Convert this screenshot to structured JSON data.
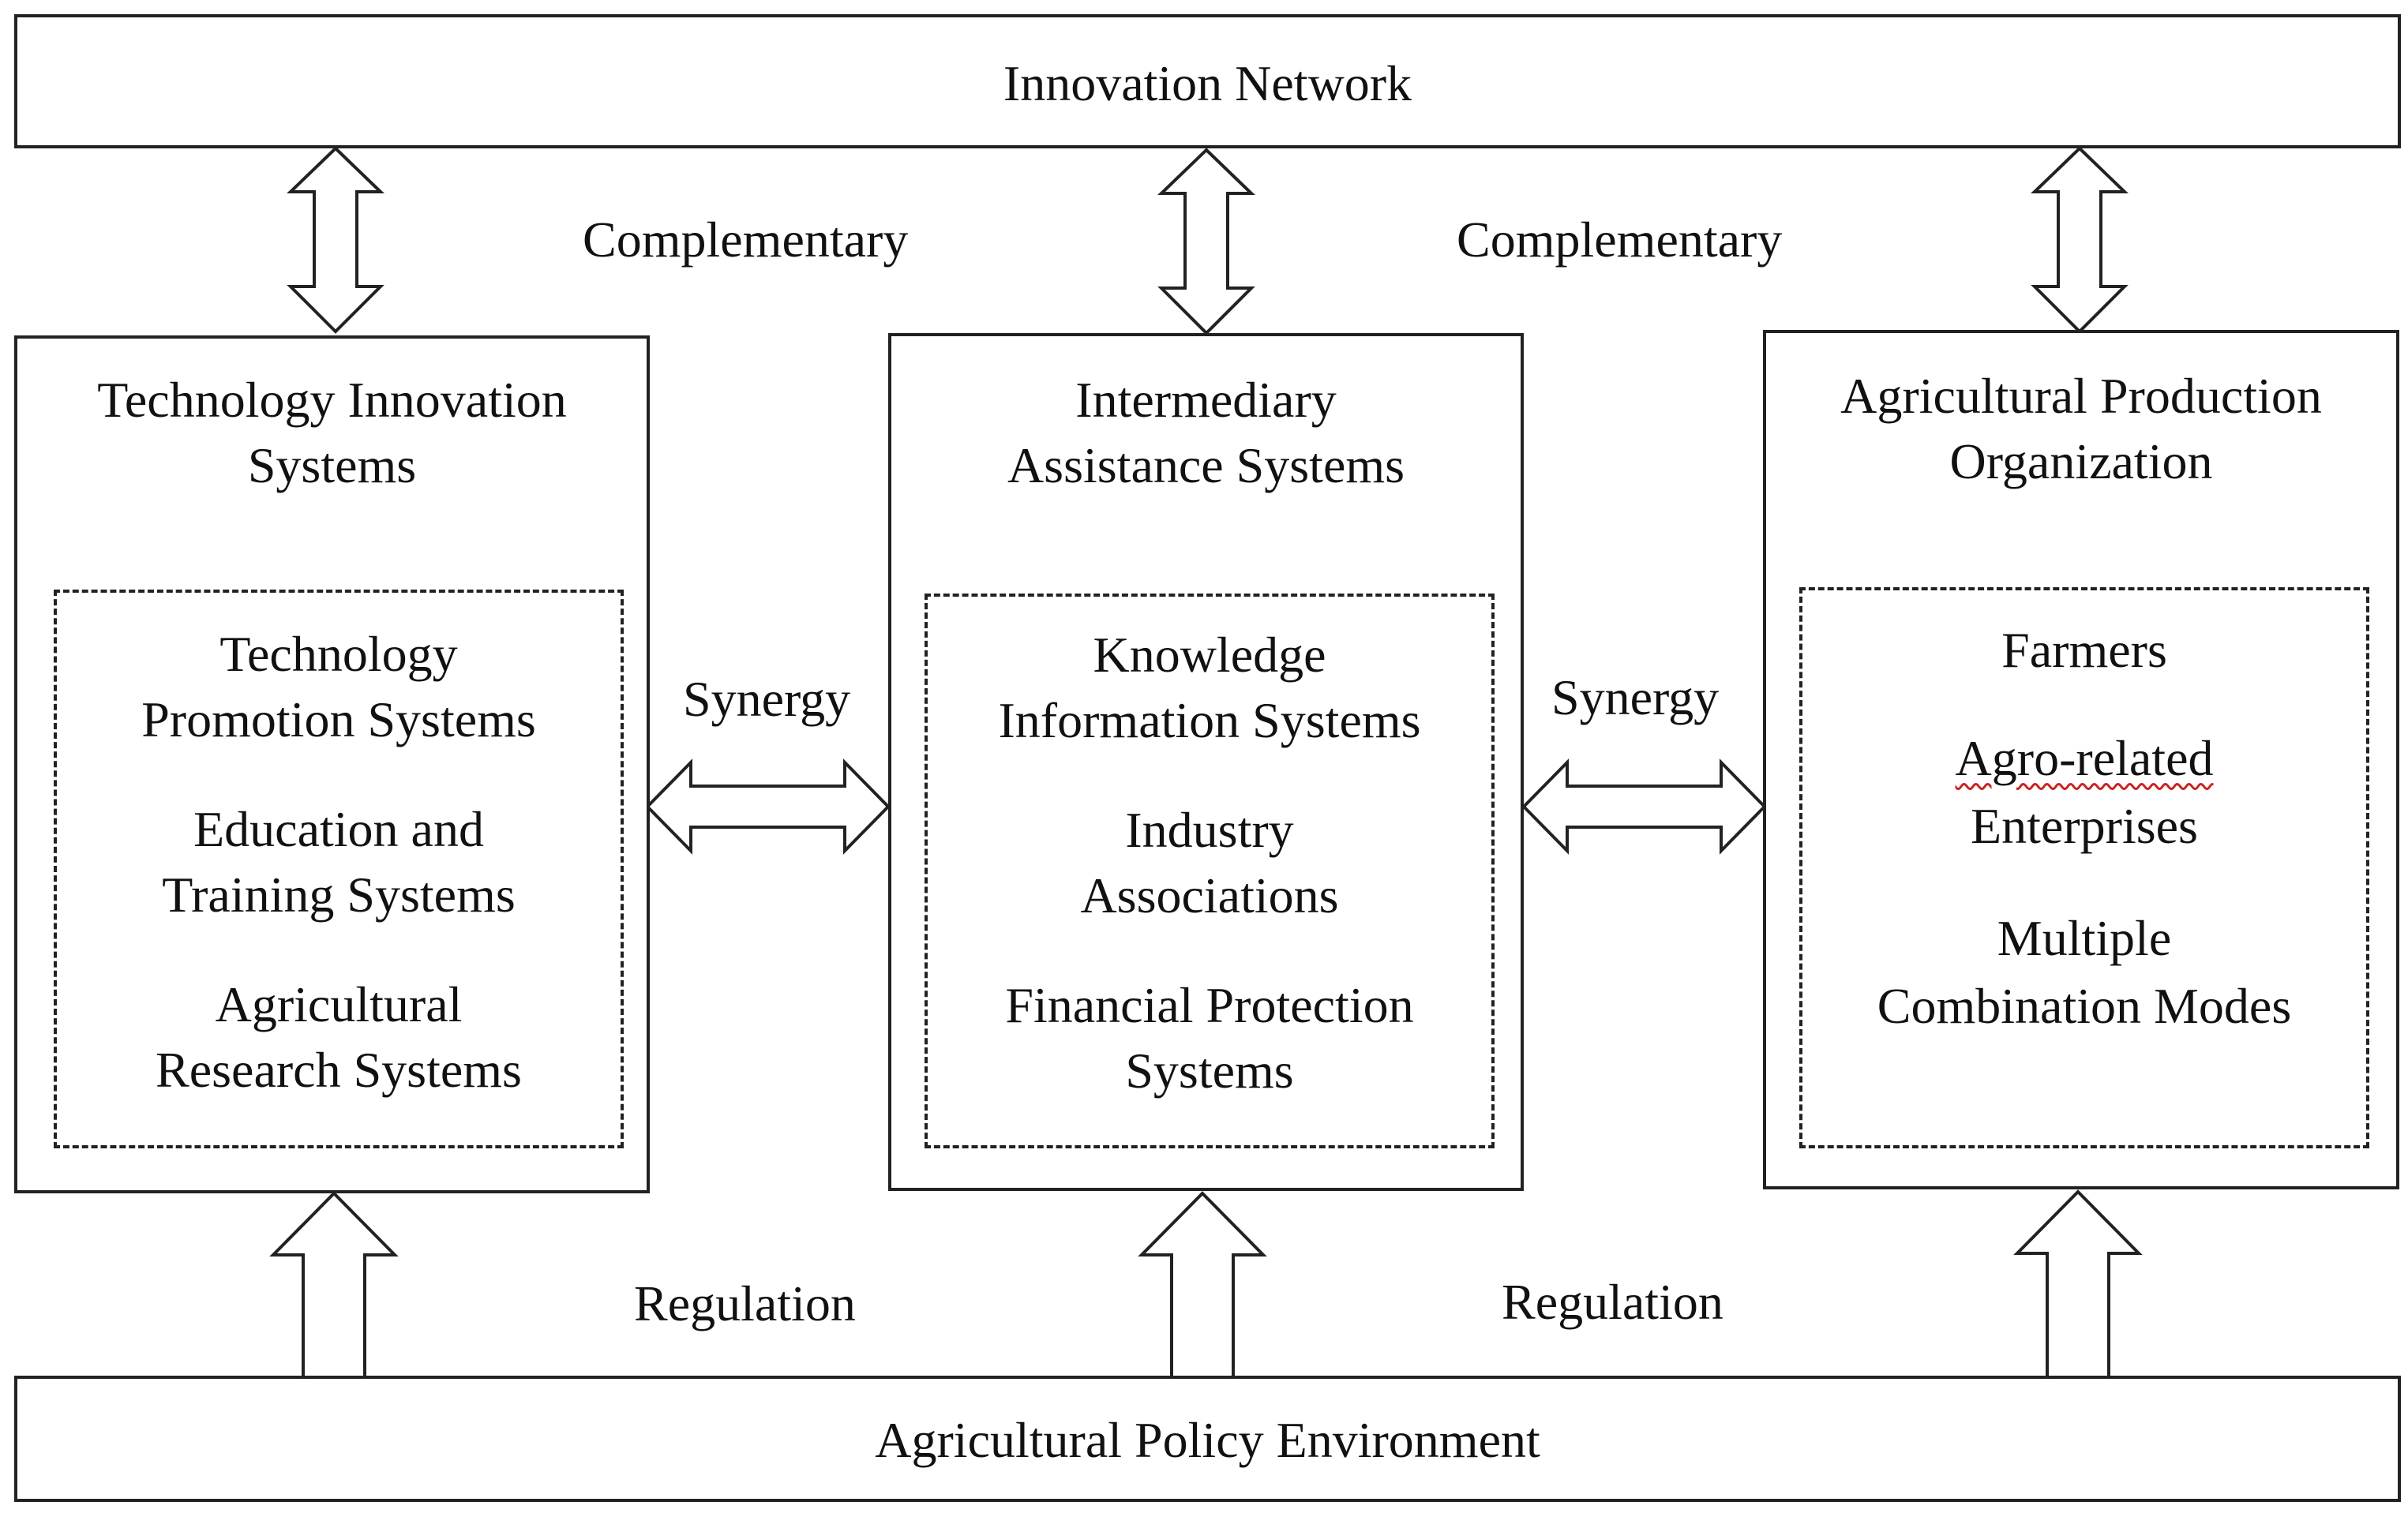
{
  "top_bar": {
    "label": "Innovation Network"
  },
  "bottom_bar": {
    "label": "Agricultural Policy Environment"
  },
  "relations": {
    "complementary_left": "Complementary",
    "complementary_right": "Complementary",
    "synergy_left": "Synergy",
    "synergy_right": "Synergy",
    "regulation_left": "Regulation",
    "regulation_right": "Regulation"
  },
  "systems": [
    {
      "title_lines": [
        "Technology Innovation",
        "Systems"
      ],
      "items": [
        [
          "Technology",
          "Promotion Systems"
        ],
        [
          "Education and",
          "Training Systems"
        ],
        [
          "Agricultural",
          "Research Systems"
        ]
      ]
    },
    {
      "title_lines": [
        "Intermediary",
        "Assistance Systems"
      ],
      "items": [
        [
          "Knowledge",
          "Information Systems"
        ],
        [
          "Industry",
          "Associations"
        ],
        [
          "Financial Protection",
          "Systems"
        ]
      ]
    },
    {
      "title_lines": [
        "Agricultural Production",
        "Organization"
      ],
      "items": [
        [
          "Farmers"
        ],
        [
          "Agro-related",
          "Enterprises"
        ],
        [
          "Multiple",
          "Combination Modes"
        ]
      ]
    }
  ]
}
